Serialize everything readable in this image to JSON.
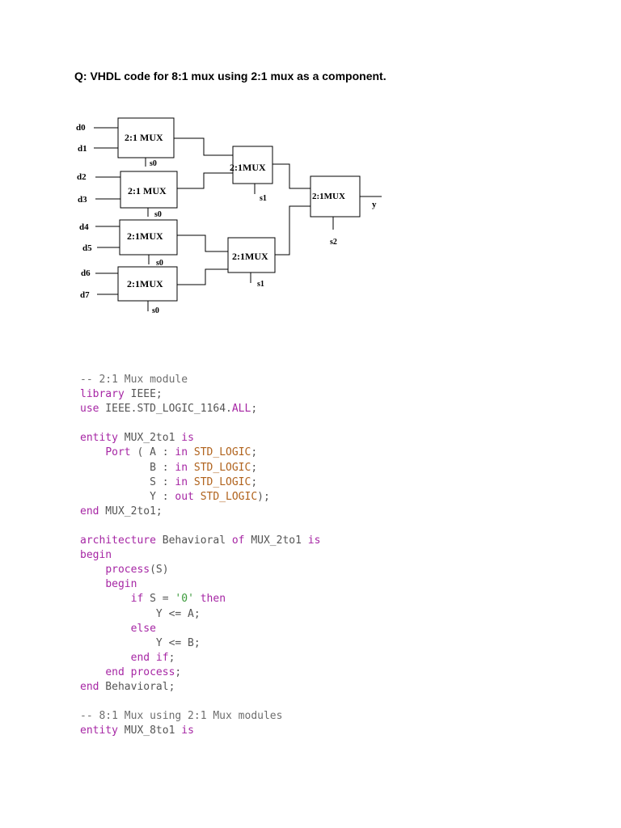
{
  "question": "Q: VHDL code for 8:1 mux using 2:1 mux as a component.",
  "diagram": {
    "inputs": [
      "d0",
      "d1",
      "d2",
      "d3",
      "d4",
      "d5",
      "d6",
      "d7"
    ],
    "mux_labels": [
      "2:1 MUX",
      "2:1 MUX",
      "2:1MUX",
      "2:1MUX",
      "2:1MUX",
      "2:1MUX",
      "2:1MUX"
    ],
    "select_labels": [
      "s0",
      "s0",
      "s0",
      "s0",
      "s1",
      "s1",
      "s2"
    ],
    "output": "y"
  },
  "code_lines": [
    [
      [
        "cm",
        "-- 2:1 Mux module"
      ]
    ],
    [
      [
        "kw",
        "library"
      ],
      [
        "id",
        " IEEE;"
      ]
    ],
    [
      [
        "kw",
        "use"
      ],
      [
        "id",
        " IEEE.STD_LOGIC_1164."
      ],
      [
        "kw",
        "ALL"
      ],
      [
        "id",
        ";"
      ]
    ],
    [],
    [
      [
        "kw",
        "entity"
      ],
      [
        "id",
        " MUX_2to1 "
      ],
      [
        "kw",
        "is"
      ]
    ],
    [
      [
        "id",
        "    "
      ],
      [
        "kw",
        "Port"
      ],
      [
        "id",
        " ( A : "
      ],
      [
        "kw",
        "in"
      ],
      [
        "id",
        " "
      ],
      [
        "ty",
        "STD_LOGIC"
      ],
      [
        "id",
        ";"
      ]
    ],
    [
      [
        "id",
        "           B : "
      ],
      [
        "kw",
        "in"
      ],
      [
        "id",
        " "
      ],
      [
        "ty",
        "STD_LOGIC"
      ],
      [
        "id",
        ";"
      ]
    ],
    [
      [
        "id",
        "           S : "
      ],
      [
        "kw",
        "in"
      ],
      [
        "id",
        " "
      ],
      [
        "ty",
        "STD_LOGIC"
      ],
      [
        "id",
        ";"
      ]
    ],
    [
      [
        "id",
        "           Y : "
      ],
      [
        "kw",
        "out"
      ],
      [
        "id",
        " "
      ],
      [
        "ty",
        "STD_LOGIC"
      ],
      [
        "id",
        ");"
      ]
    ],
    [
      [
        "kw",
        "end"
      ],
      [
        "id",
        " MUX_2to1;"
      ]
    ],
    [],
    [
      [
        "kw",
        "architecture"
      ],
      [
        "id",
        " Behavioral "
      ],
      [
        "kw",
        "of"
      ],
      [
        "id",
        " MUX_2to1 "
      ],
      [
        "kw",
        "is"
      ]
    ],
    [
      [
        "kw",
        "begin"
      ]
    ],
    [
      [
        "id",
        "    "
      ],
      [
        "kw",
        "process"
      ],
      [
        "id",
        "(S)"
      ]
    ],
    [
      [
        "id",
        "    "
      ],
      [
        "kw",
        "begin"
      ]
    ],
    [
      [
        "id",
        "        "
      ],
      [
        "kw",
        "if"
      ],
      [
        "id",
        " S = "
      ],
      [
        "str",
        "'0'"
      ],
      [
        "id",
        " "
      ],
      [
        "kw",
        "then"
      ]
    ],
    [
      [
        "id",
        "            Y <= A;"
      ]
    ],
    [
      [
        "id",
        "        "
      ],
      [
        "kw",
        "else"
      ]
    ],
    [
      [
        "id",
        "            Y <= B;"
      ]
    ],
    [
      [
        "id",
        "        "
      ],
      [
        "kw",
        "end if"
      ],
      [
        "id",
        ";"
      ]
    ],
    [
      [
        "id",
        "    "
      ],
      [
        "kw",
        "end process"
      ],
      [
        "id",
        ";"
      ]
    ],
    [
      [
        "kw",
        "end"
      ],
      [
        "id",
        " Behavioral;"
      ]
    ],
    [],
    [
      [
        "cm",
        "-- 8:1 Mux using 2:1 Mux modules"
      ]
    ],
    [
      [
        "kw",
        "entity"
      ],
      [
        "id",
        " MUX_8to1 "
      ],
      [
        "kw",
        "is"
      ]
    ]
  ]
}
